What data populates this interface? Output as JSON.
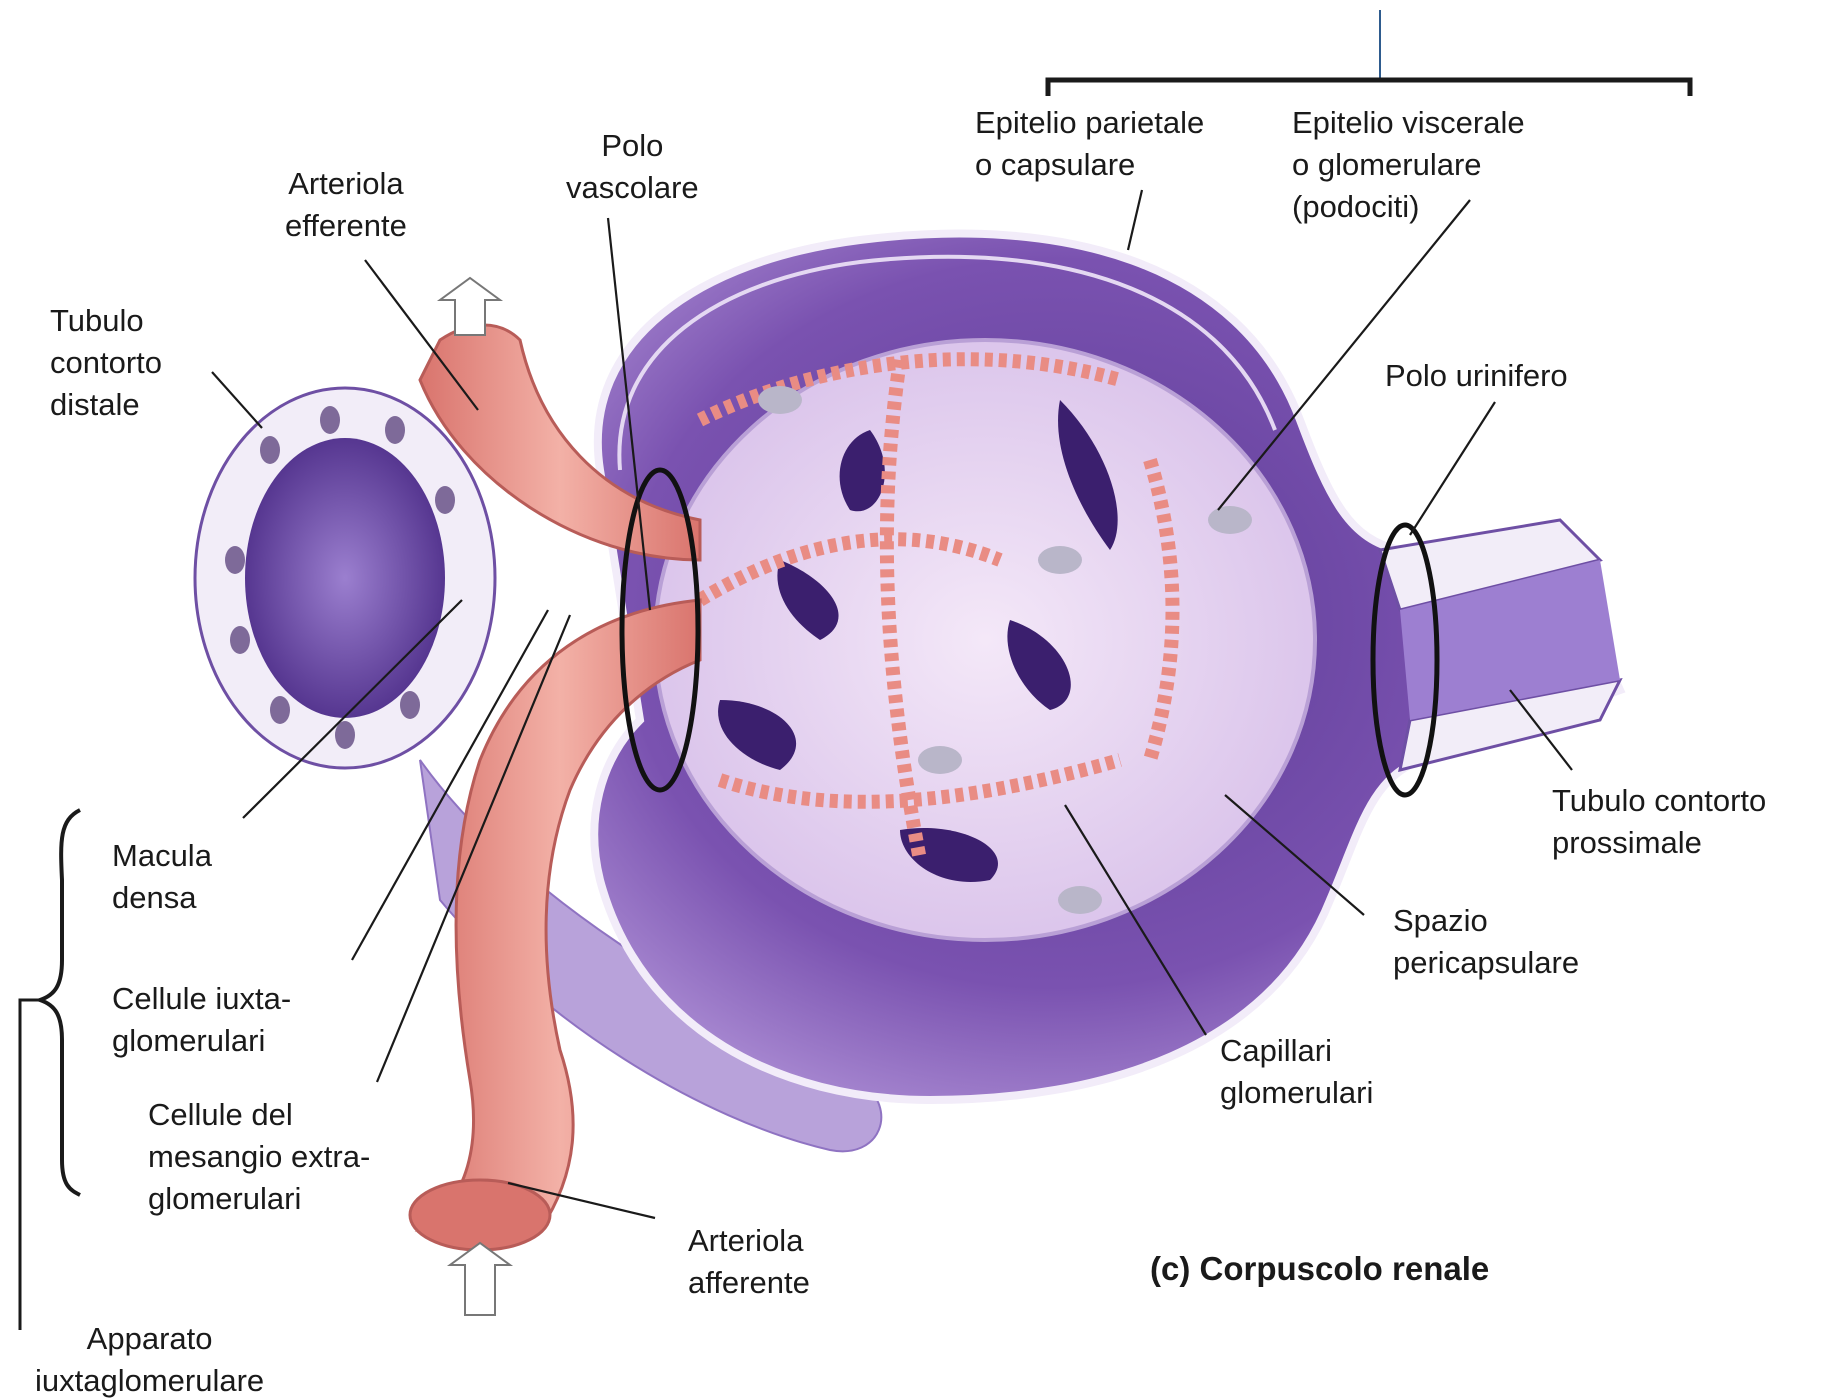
{
  "colors": {
    "background": "#ffffff",
    "capsule": "#8a5fb8",
    "capsule_dark": "#3b1f6e",
    "capsule_light": "#c9b0e6",
    "glomerulus": "#e9d9f3",
    "capillary": "#e98c84",
    "arteriole": "#e8958a",
    "cell_fill": "#f7f3fb",
    "leader": "#1a1a1a",
    "accent_line": "#2e5b8e"
  },
  "labels": {
    "polo_vascolare": [
      "Polo",
      "vascolare"
    ],
    "arteriola_efferente": [
      "Arteriola",
      "efferente"
    ],
    "tubulo_distale": [
      "Tubulo",
      "contorto",
      "distale"
    ],
    "epitelio_parietale": [
      "Epitelio parietale",
      "o capsulare"
    ],
    "epitelio_viscerale": [
      "Epitelio viscerale",
      "o glomerulare",
      "(podociti)"
    ],
    "polo_urinifero": [
      "Polo urinifero"
    ],
    "tubulo_prossimale": [
      "Tubulo contorto",
      "prossimale"
    ],
    "spazio_pericapsulare": [
      "Spazio",
      "pericapsulare"
    ],
    "capillari_glomerulari": [
      "Capillari",
      "glomerulari"
    ],
    "macula_densa": [
      "Macula",
      "densa"
    ],
    "cellule_iuxta": [
      "Cellule iuxta-",
      "glomerulari"
    ],
    "cellule_mesangio": [
      "Cellule del",
      "mesangio extra-",
      "glomerulari"
    ],
    "arteriola_afferente": [
      "Arteriola",
      "afferente"
    ],
    "apparato": [
      "Apparato",
      "iuxtaglomerulare"
    ],
    "caption": "(c) Corpuscolo renale"
  }
}
